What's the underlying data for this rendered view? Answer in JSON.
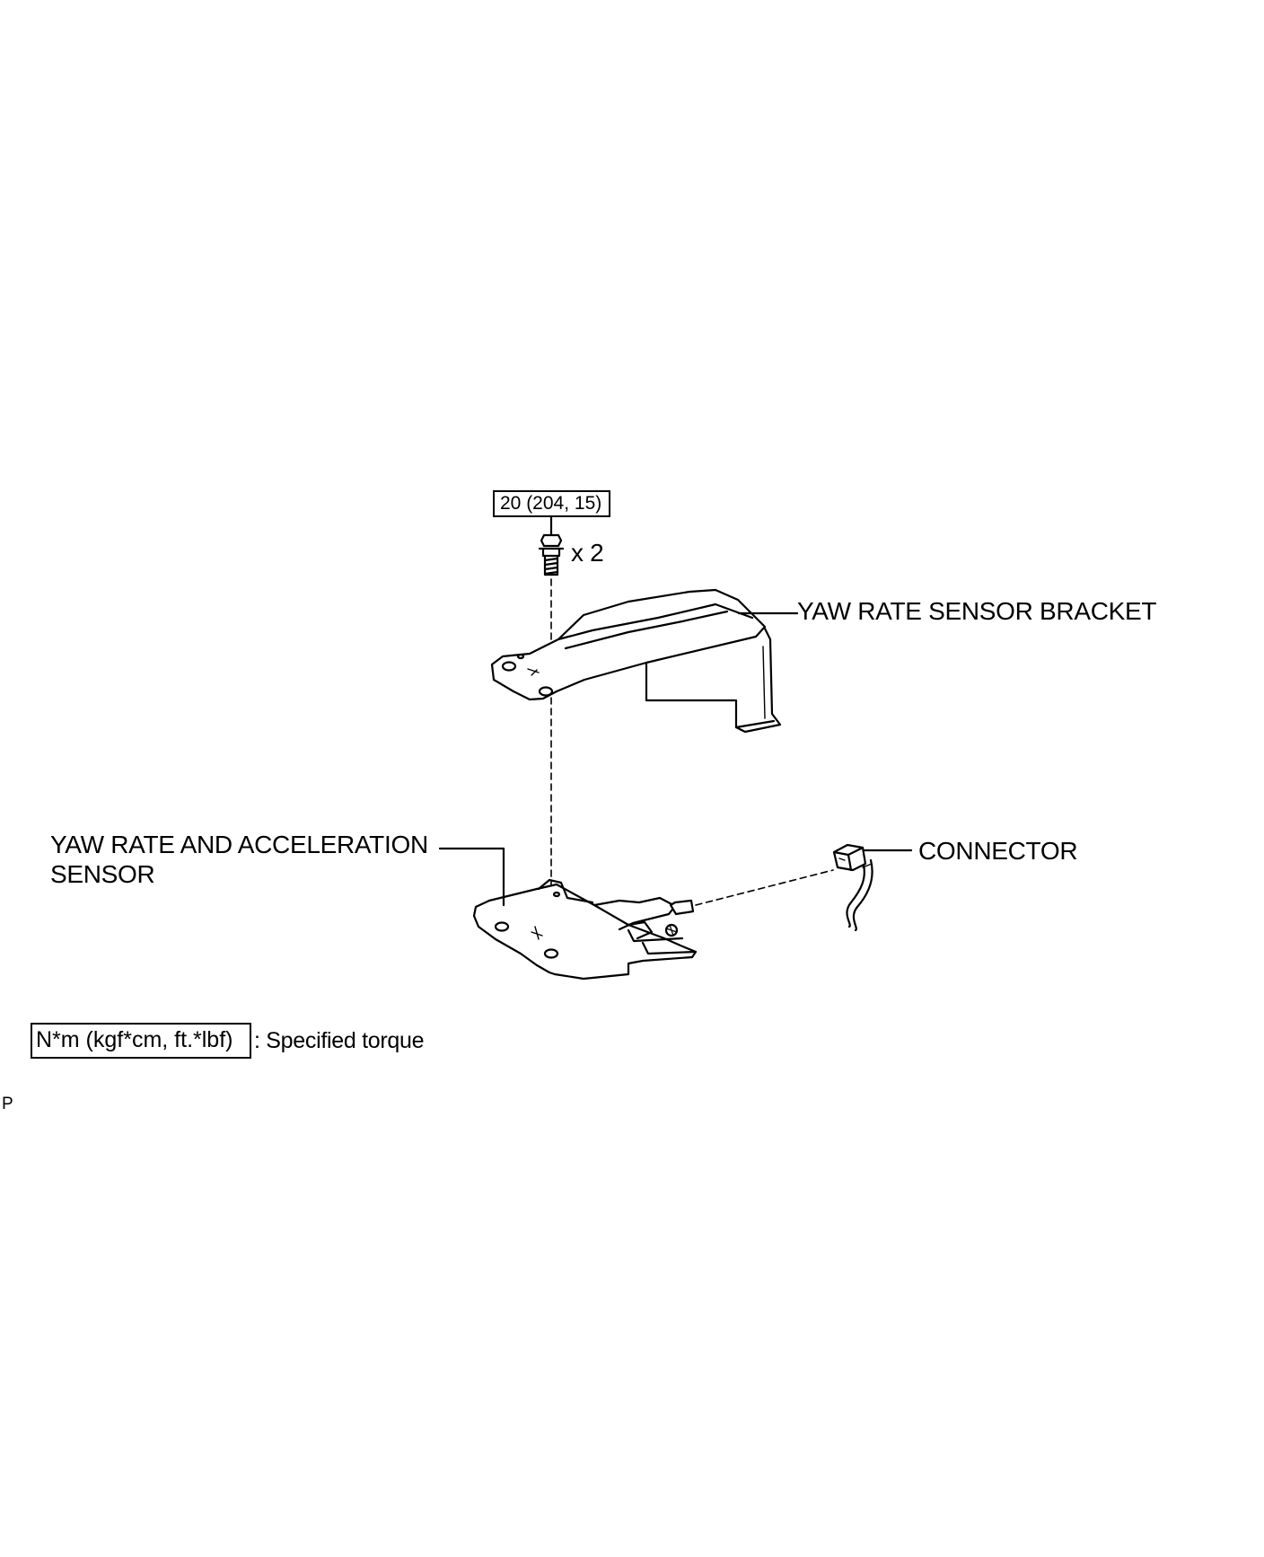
{
  "torque_box": "20 (204, 15)",
  "bolt_qty": "x 2",
  "labels": {
    "bracket": "YAW RATE SENSOR BRACKET",
    "sensor_line1": "YAW RATE AND ACCELERATION",
    "sensor_line2": "SENSOR",
    "connector": "CONNECTOR"
  },
  "legend": {
    "box_text": "N*m (kgf*cm, ft.*lbf)",
    "description": ": Specified torque"
  },
  "page_mark": "P",
  "colors": {
    "line": "#000000",
    "background": "#ffffff"
  }
}
